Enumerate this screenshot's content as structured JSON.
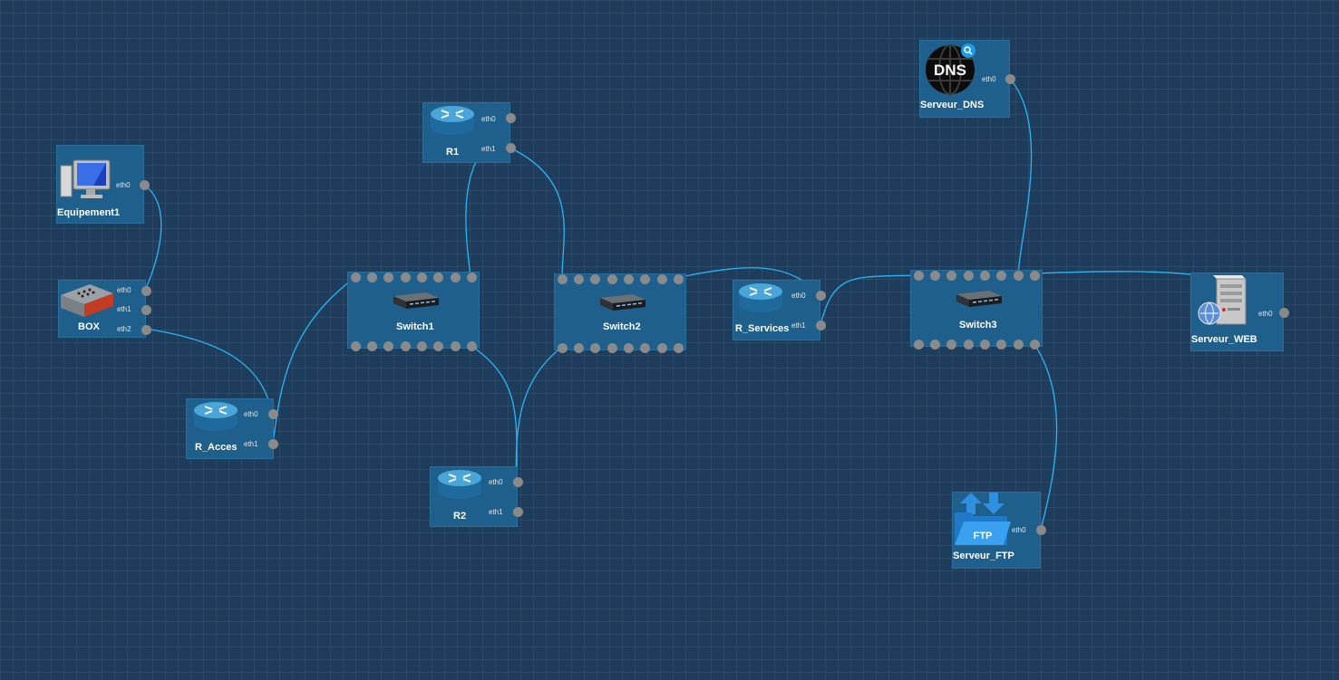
{
  "nodes": {
    "equipement1": {
      "label": "Equipement1",
      "ports": [
        "eth0"
      ]
    },
    "box": {
      "label": "BOX",
      "ports": [
        "eth0",
        "eth1",
        "eth2"
      ]
    },
    "r_acces": {
      "label": "R_Acces",
      "ports": [
        "eth0",
        "eth1"
      ]
    },
    "r1": {
      "label": "R1",
      "ports": [
        "eth0",
        "eth1"
      ]
    },
    "r2": {
      "label": "R2",
      "ports": [
        "eth0",
        "eth1"
      ]
    },
    "switch1": {
      "label": "Switch1"
    },
    "switch2": {
      "label": "Switch2"
    },
    "switch3": {
      "label": "Switch3"
    },
    "r_services": {
      "label": "R_Services",
      "ports": [
        "eth0",
        "eth1"
      ]
    },
    "serveur_dns": {
      "label": "Serveur_DNS",
      "ports": [
        "eth0"
      ],
      "icon_text": "DNS"
    },
    "serveur_web": {
      "label": "Serveur_WEB",
      "ports": [
        "eth0"
      ]
    },
    "serveur_ftp": {
      "label": "Serveur_FTP",
      "ports": [
        "eth0"
      ],
      "icon_text": "FTP"
    }
  },
  "colors": {
    "background": "#1e3d5c",
    "node": "#1f5f8c",
    "link": "#29b6f6",
    "port": "#8a8a8a",
    "label": "#ffffff"
  }
}
